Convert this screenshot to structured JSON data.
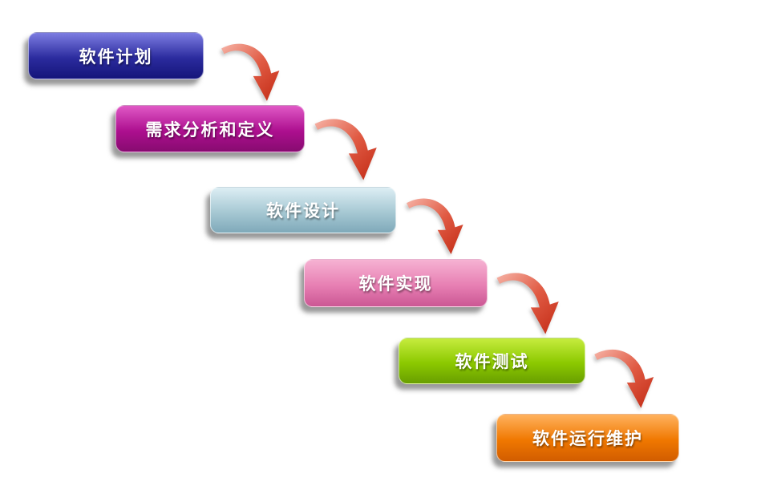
{
  "diagram": {
    "type": "waterfall-process-flow",
    "stages": [
      {
        "label": "软件计划",
        "color_light": "#7d7de2",
        "color_base": "#2b2b9e",
        "color_dark": "#15157a"
      },
      {
        "label": "需求分析和定义",
        "color_light": "#e059c6",
        "color_base": "#ad0f8f",
        "color_dark": "#870b70"
      },
      {
        "label": "软件设计",
        "color_light": "#ddeef4",
        "color_base": "#a6c8d3",
        "color_dark": "#7fa9b9"
      },
      {
        "label": "软件实现",
        "color_light": "#f6b2d3",
        "color_base": "#e77fb3",
        "color_dark": "#cb5794"
      },
      {
        "label": "软件测试",
        "color_light": "#c6ec3e",
        "color_base": "#8cc900",
        "color_dark": "#689e00"
      },
      {
        "label": "软件运行维护",
        "color_light": "#ffb25e",
        "color_base": "#f07800",
        "color_dark": "#d15c00"
      }
    ],
    "arrow_gradient": [
      "#f6b3a6",
      "#e05a43",
      "#c22a14"
    ]
  }
}
